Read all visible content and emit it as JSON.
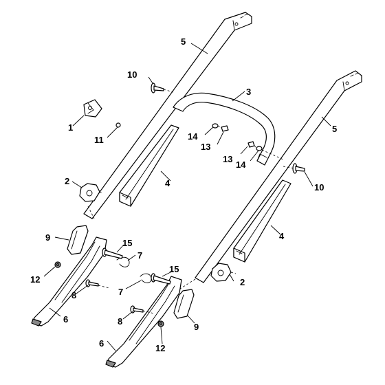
{
  "callouts": {
    "c1": "1",
    "c2a": "2",
    "c2b": "2",
    "c3": "3",
    "c4a": "4",
    "c4b": "4",
    "c5a": "5",
    "c5b": "5",
    "c6a": "6",
    "c6b": "6",
    "c7a": "7",
    "c7b": "7",
    "c8a": "8",
    "c8b": "8",
    "c9a": "9",
    "c9b": "9",
    "c10a": "10",
    "c10b": "10",
    "c11": "11",
    "c12a": "12",
    "c12b": "12",
    "c13a": "13",
    "c13b": "13",
    "c14a": "14",
    "c14b": "14",
    "c15a": "15",
    "c15b": "15"
  }
}
